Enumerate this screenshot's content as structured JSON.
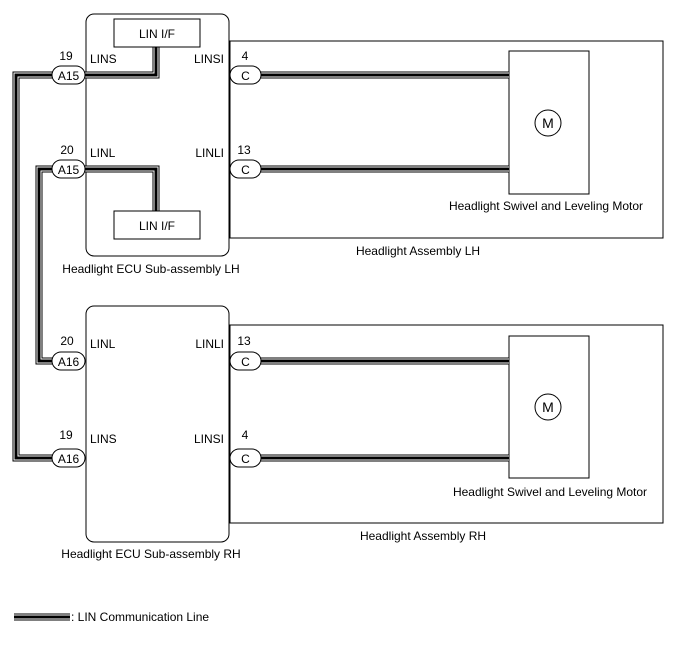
{
  "lh_assembly": {
    "label": "Headlight Assembly LH",
    "ecu_label": "Headlight ECU Sub-assembly LH",
    "motor_label": "Headlight Swivel and Leveling Motor",
    "motor_symbol": "M",
    "lin_if_top": "LIN I/F",
    "lin_if_bottom": "LIN I/F",
    "row_lins": {
      "left_pin": "19",
      "left_connector": "A15",
      "left_signal": "LINS",
      "right_signal": "LINSI",
      "right_pin": "4",
      "right_connector": "C"
    },
    "row_linl": {
      "left_pin": "20",
      "left_connector": "A15",
      "left_signal": "LINL",
      "right_signal": "LINLI",
      "right_pin": "13",
      "right_connector": "C"
    }
  },
  "rh_assembly": {
    "label": "Headlight Assembly RH",
    "ecu_label": "Headlight ECU Sub-assembly RH",
    "motor_label": "Headlight Swivel and Leveling Motor",
    "motor_symbol": "M",
    "row_linl": {
      "left_pin": "20",
      "left_connector": "A16",
      "left_signal": "LINL",
      "right_signal": "LINLI",
      "right_pin": "13",
      "right_connector": "C"
    },
    "row_lins": {
      "left_pin": "19",
      "left_connector": "A16",
      "left_signal": "LINS",
      "right_signal": "LINSI",
      "right_pin": "4",
      "right_connector": "C"
    }
  },
  "legend": {
    "label": ": LIN Communication Line"
  }
}
